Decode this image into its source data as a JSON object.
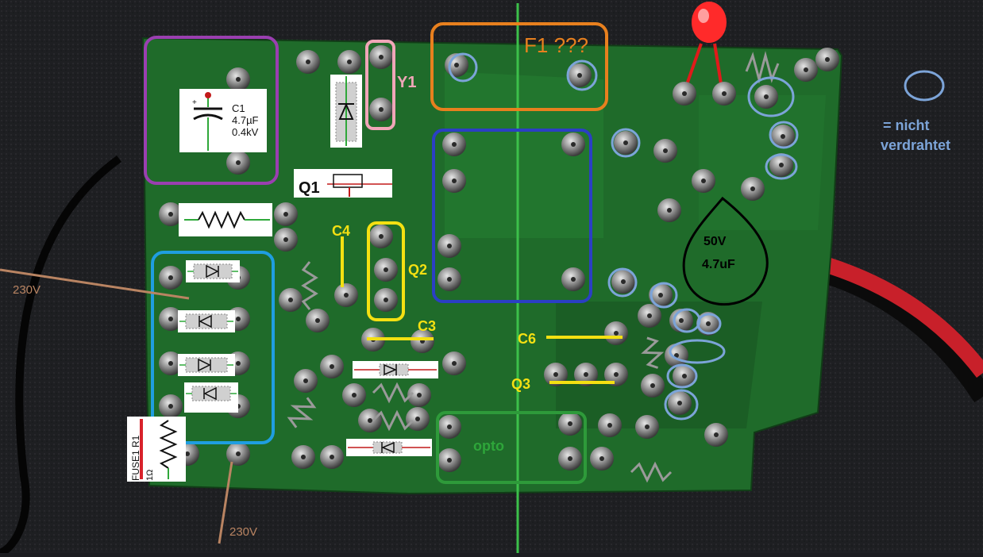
{
  "labels": {
    "c1": {
      "name": "C1",
      "value": "4.7µF",
      "voltage": "0.4kV"
    },
    "y1": "Y1",
    "f1": "F1 ???",
    "q1": "Q1",
    "c4": "C4",
    "q2": "Q2",
    "c3": "C3",
    "c6": "C6",
    "q3": "Q3",
    "opto": "opto",
    "cap_50v": {
      "voltage": "50V",
      "value": "4.7uF"
    },
    "legend": {
      "line1": "= nicht",
      "line2": "verdrahtet"
    },
    "mains_top": "230V",
    "mains_bottom": "230V",
    "fuse": {
      "name": "FUSE1 R1",
      "value": "1Ω"
    }
  },
  "colors": {
    "pcb": "#1f6b2a",
    "pcb_dark": "#17501f",
    "purple_box": "#9a3fb0",
    "pink_box": "#f0a6b8",
    "orange_box": "#e8801e",
    "navy_box": "#2b3fc4",
    "yellow": "#f4e012",
    "cyan_box": "#1f9ee0",
    "green_box": "#2e9a3a",
    "green_line": "#3cc04a",
    "black_ring": "#000000",
    "legend_blue": "#7ca4d8",
    "mains_brown": "#b98462",
    "red_wire": "#d8222b",
    "led_red": "#ff1a1a"
  }
}
